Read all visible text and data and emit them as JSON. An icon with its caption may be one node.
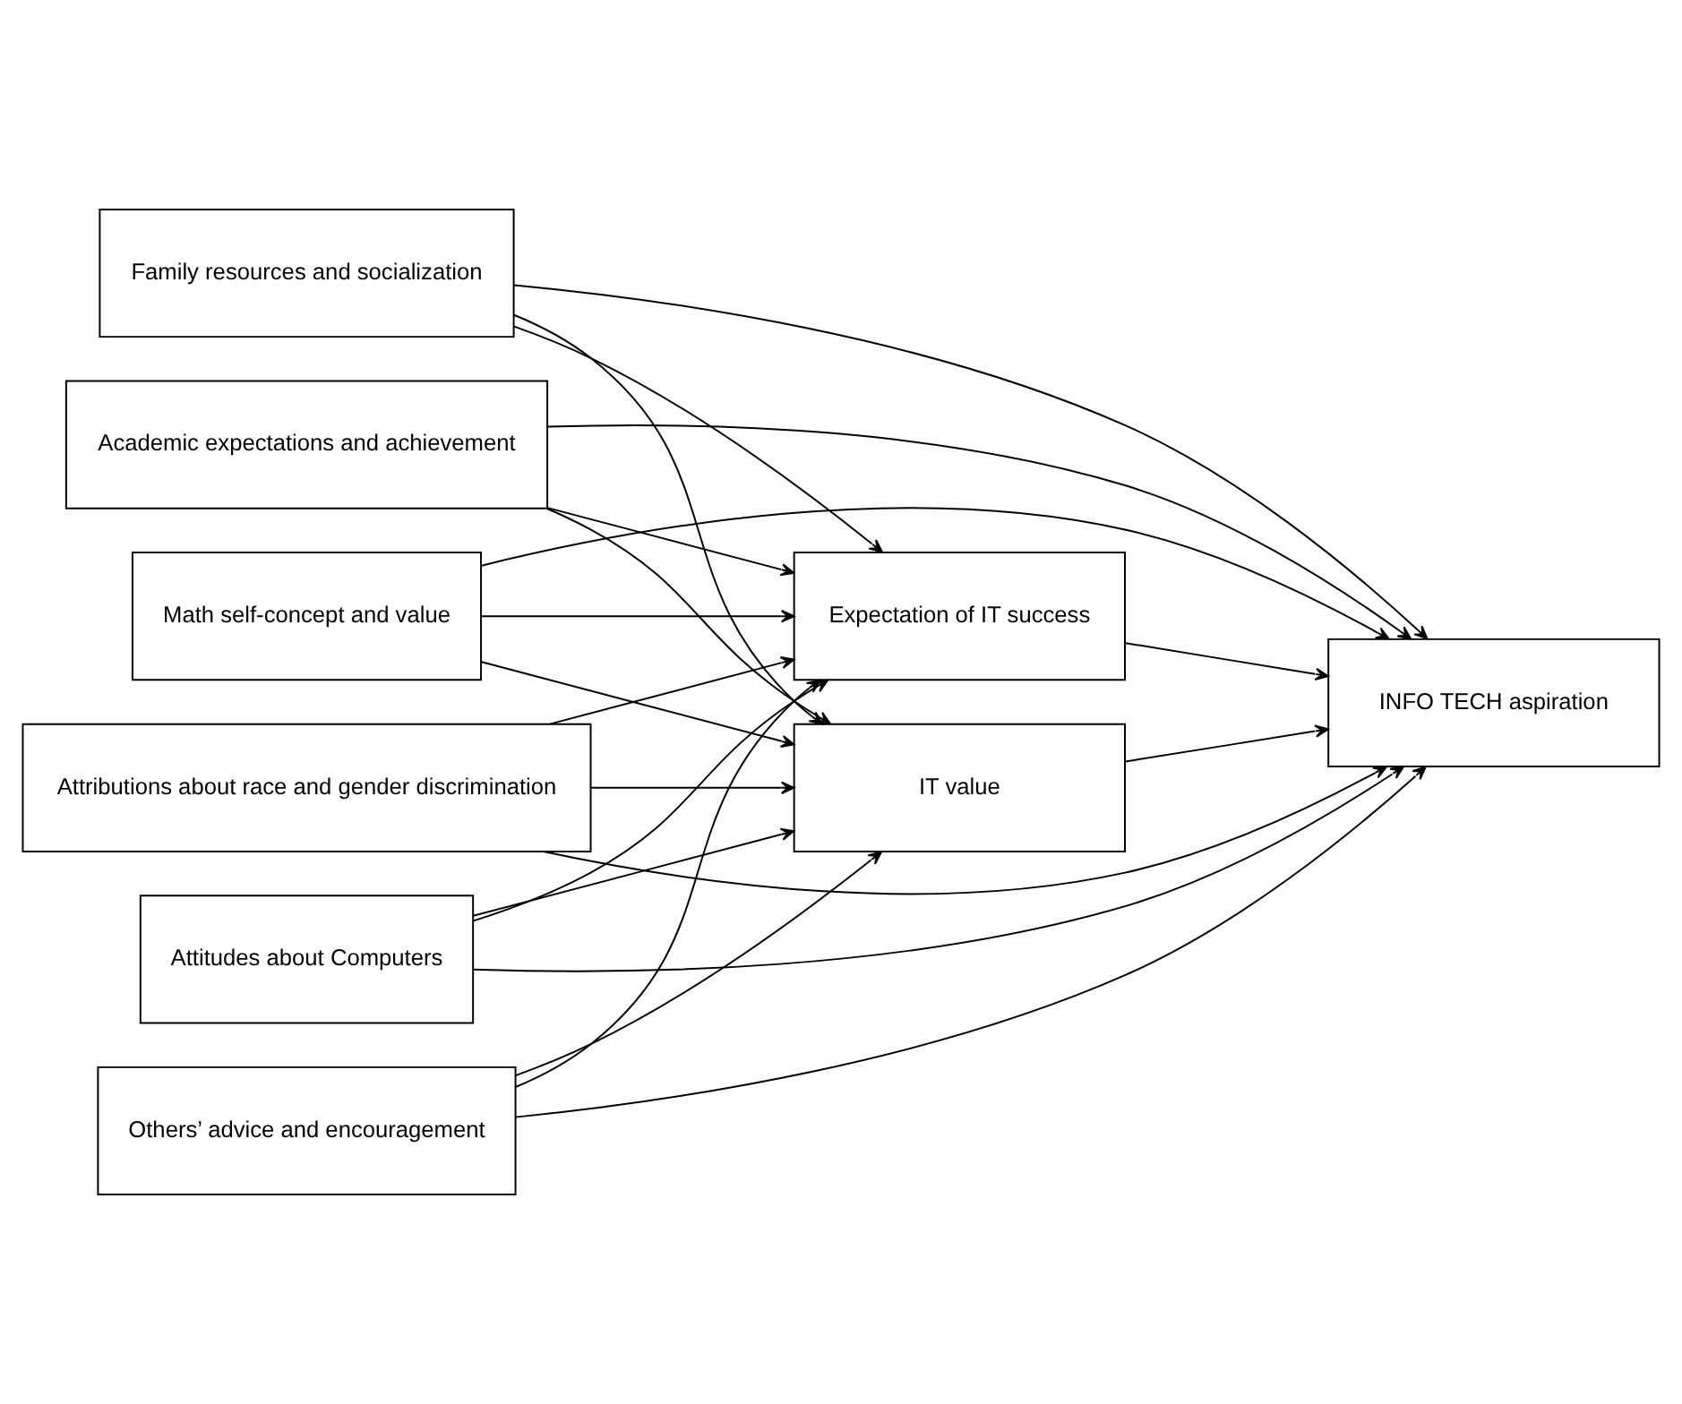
{
  "diagram": {
    "nodes": [
      {
        "text": [
          "Family resources and socialization"
        ]
      },
      {
        "text": [
          "Academic expectations and achievement"
        ]
      },
      {
        "text": [
          "Math self-concept and value"
        ]
      },
      {
        "text": [
          "Attributions about race and gender discrimination"
        ]
      },
      {
        "text": [
          "Attitudes about Computers"
        ]
      },
      {
        "text": [
          "Others’ advice and encouragement"
        ]
      },
      {
        "text": [
          "Expectation of IT success"
        ]
      },
      {
        "text": [
          "IT value"
        ]
      },
      {
        "text": [
          "INFO TECH aspiration"
        ]
      }
    ],
    "edges": [
      {
        "from": 0,
        "to": 8,
        "arrow": "to"
      },
      {
        "from": 0,
        "to": 6,
        "arrow": "to"
      },
      {
        "from": 0,
        "to": 7,
        "arrow": "to"
      },
      {
        "from": 1,
        "to": 6,
        "arrow": "to"
      },
      {
        "from": 1,
        "to": 8,
        "arrow": "to"
      },
      {
        "from": 1,
        "to": 7,
        "arrow": "to"
      },
      {
        "from": 2,
        "to": 6,
        "arrow": "to"
      },
      {
        "from": 2,
        "to": 8,
        "arrow": "to"
      },
      {
        "from": 2,
        "to": 7,
        "arrow": "to"
      },
      {
        "from": 3,
        "to": 6,
        "arrow": "to"
      },
      {
        "from": 3,
        "to": 8,
        "arrow": "to"
      },
      {
        "from": 3,
        "to": 7,
        "arrow": "to"
      },
      {
        "from": 4,
        "to": 6,
        "arrow": "to"
      },
      {
        "from": 4,
        "to": 7,
        "arrow": "to"
      },
      {
        "from": 4,
        "to": 8,
        "arrow": "to"
      },
      {
        "from": 5,
        "to": 6,
        "arrow": "to"
      },
      {
        "from": 5,
        "to": 7,
        "arrow": "to"
      },
      {
        "from": 5,
        "to": 8,
        "arrow": "to"
      },
      {
        "from": 6,
        "to": 8,
        "arrow": "to"
      },
      {
        "from": 7,
        "to": 8,
        "arrow": "to"
      }
    ]
  }
}
